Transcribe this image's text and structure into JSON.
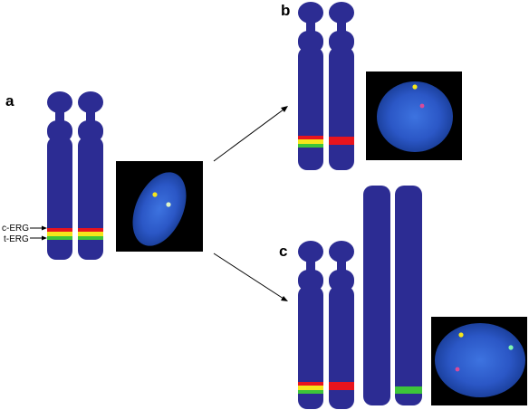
{
  "panels": {
    "a": {
      "label": "a"
    },
    "b": {
      "label": "b"
    },
    "c": {
      "label": "c"
    }
  },
  "markers": {
    "c_erg": "c-ERG",
    "t_erg": "t-ERG"
  },
  "colors": {
    "chromosome": "#2c2c93",
    "red_band": "#e8141e",
    "yellow_band": "#f5e61b",
    "green_band": "#3dc43a",
    "nucleus": "#2a59c9",
    "photo_background": "#000000"
  }
}
